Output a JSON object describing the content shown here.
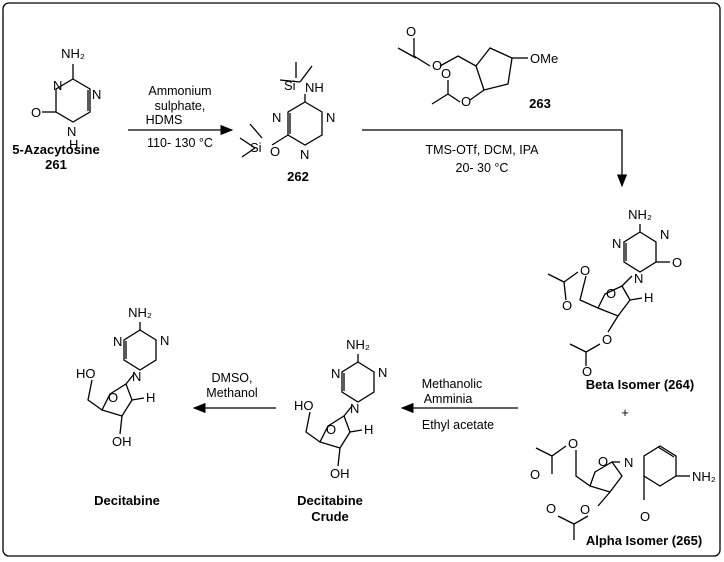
{
  "compounds": {
    "azacytosine": {
      "name": "5-Azacytosine",
      "number": "261"
    },
    "silyl": {
      "number": "262"
    },
    "sugar": {
      "number": "263"
    },
    "beta": {
      "name": "Beta Isomer (264)"
    },
    "alpha": {
      "name": "Alpha Isomer (265)"
    },
    "crude": {
      "name_line1": "Decitabine",
      "name_line2": "Crude"
    },
    "decitabine": {
      "name": "Decitabine"
    }
  },
  "atoms": {
    "nh2": "NH₂",
    "o": "O",
    "n": "N",
    "h": "H",
    "nh": "NH",
    "si": "Si",
    "ome": "OMe",
    "ho": "HO",
    "oh": "OH",
    "plus": "+"
  },
  "steps": {
    "step1": {
      "above1": "Ammonium",
      "above2": "sulphate,",
      "above3": "HDMS",
      "below": "110- 130 °C"
    },
    "step2": {
      "line1": "TMS-OTf, DCM, IPA",
      "line2": "20- 30 °C"
    },
    "step3": {
      "above1": "Methanolic",
      "above2": "Amminia",
      "below": "Ethyl acetate"
    },
    "step4": {
      "above1": "DMSO,",
      "above2": "Methanol"
    }
  }
}
